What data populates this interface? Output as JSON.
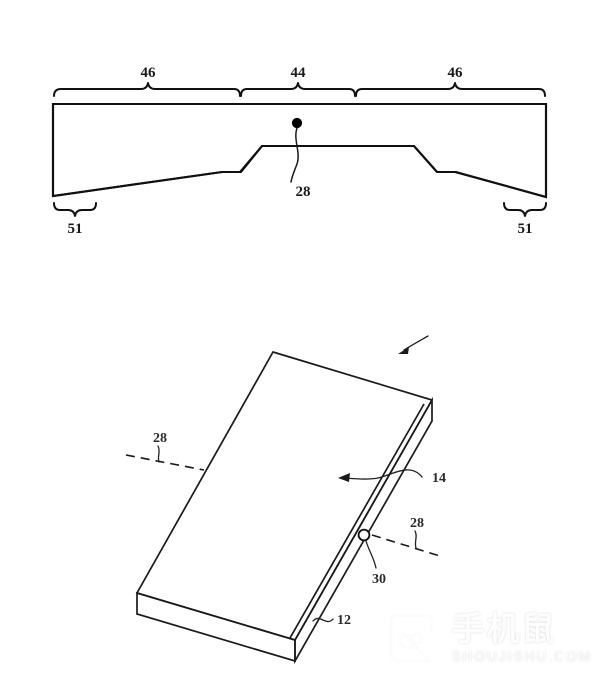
{
  "figure": {
    "title": "Patent line drawing: cross-section and isometric view of a device housing",
    "background_color": "#ffffff",
    "line_color": "#111111",
    "upper_view": {
      "name": "cross-section-view",
      "brace_labels": [
        {
          "id": "brace-left-46",
          "text": "46"
        },
        {
          "id": "brace-center-44",
          "text": "44"
        },
        {
          "id": "brace-right-46",
          "text": "46"
        }
      ],
      "lower_brace_labels": [
        {
          "id": "brace-lower-left-51",
          "text": "51"
        },
        {
          "id": "brace-lower-right-51",
          "text": "51"
        }
      ],
      "callouts": [
        {
          "id": "callout-28-top",
          "text": "28"
        }
      ]
    },
    "lower_view": {
      "name": "isometric-view",
      "callouts": [
        {
          "id": "callout-28-left",
          "text": "28"
        },
        {
          "id": "callout-28-right",
          "text": "28"
        },
        {
          "id": "callout-14",
          "text": "14"
        },
        {
          "id": "callout-30",
          "text": "30"
        },
        {
          "id": "callout-12",
          "text": "12"
        }
      ]
    }
  },
  "watermark": {
    "name": "shoujishu-watermark",
    "chinese_text": "手机鼠",
    "domain_text": "SHOUJISHU.COM",
    "color": "#fdfdfd"
  }
}
